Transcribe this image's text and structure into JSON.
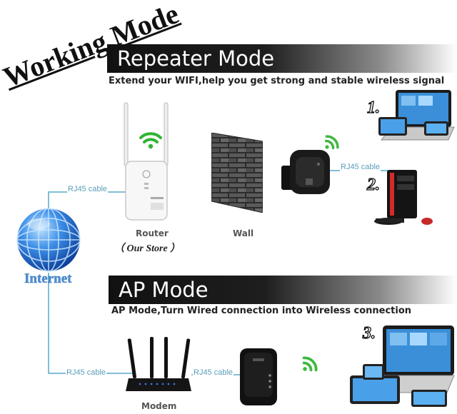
{
  "header": {
    "title": "Working Mode"
  },
  "repeater": {
    "title": "Repeater Mode",
    "subtitle": "Extend your WIFI,help you get strong and stable wireless signal",
    "router_label": "Router",
    "router_sub": "（ Our Store ）",
    "wall_label": "Wall",
    "cable_left": "RJ45 cable",
    "cable_right": "RJ45 cable",
    "item1": "1.",
    "item2": "2."
  },
  "internet_label": "Internet",
  "ap": {
    "title": "AP Mode",
    "subtitle": "AP Mode,Turn Wired connection into Wireless connection",
    "modem_label": "Modem",
    "cable_left": "RJ45 cable",
    "cable_right": "RJ45 cable",
    "item3": "3."
  },
  "colors": {
    "wifi_green": "#2fb52f",
    "cable_blue": "#7fbfd6",
    "globe_blue": "#2f7fe0",
    "internet_text": "#4f8fd0"
  },
  "icons": [
    "wifi-icon",
    "globe-icon",
    "laptop-icon",
    "desktop-pc-icon",
    "router-icon",
    "repeater-icon",
    "brick-wall-icon"
  ]
}
